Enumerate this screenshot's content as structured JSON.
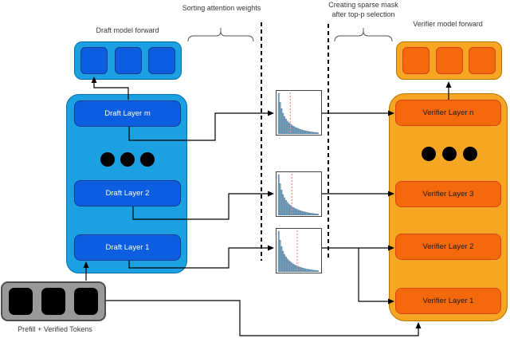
{
  "annotations": {
    "sorting_label": "Sorting attention weights",
    "sparse_label": "Creating sparse mask after top-p selection"
  },
  "draft": {
    "title": "Draft model forward",
    "layers": [
      "Draft Layer m",
      "Draft Layer 2",
      "Draft Layer 1"
    ]
  },
  "verifier": {
    "title": "Verifier model forward",
    "layers": [
      "Verifier Layer n",
      "Verifier Layer 3",
      "Verifier Layer 2",
      "Verifier Layer 1"
    ]
  },
  "tokens": {
    "label": "Prefill + Verified Tokens"
  },
  "histograms": {
    "bars": [
      1.0,
      0.78,
      0.62,
      0.51,
      0.43,
      0.37,
      0.32,
      0.28,
      0.25,
      0.22,
      0.195,
      0.175,
      0.155,
      0.14,
      0.125,
      0.112,
      0.1,
      0.09,
      0.08,
      0.072,
      0.065,
      0.058,
      0.052,
      0.047,
      0.042,
      0.038,
      0.034,
      0.03
    ],
    "threshold_fractions": [
      0.3,
      0.34,
      0.47
    ]
  },
  "colors": {
    "draft_container": "#1BA1E2",
    "draft_container_border": "#006EAF",
    "draft_block": "#0D5DE1",
    "draft_block_border": "#0A3D91",
    "verifier_container": "#F5A623",
    "verifier_container_border": "#BD7000",
    "verifier_block": "#F5690D",
    "verifier_block_border": "#D84315",
    "token_container": "#999999",
    "token_container_border": "#4D4D4D",
    "token_block": "#000000",
    "hist_bar": "#7DA7C4",
    "hist_bar_border": "#46718F",
    "hist_threshold": "#FF8C8C",
    "connector": "#000000"
  }
}
